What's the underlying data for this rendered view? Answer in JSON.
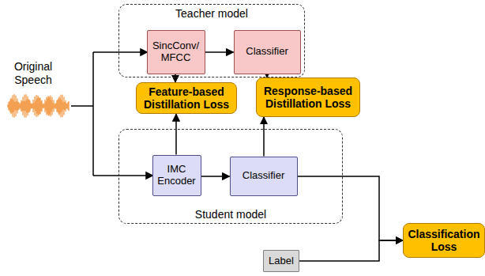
{
  "diagram": {
    "nodes": [
      {
        "text": [
          "Teacher model"
        ]
      },
      {
        "text": [
          "SincConv/ MFCC"
        ],
        "in": 0
      },
      {
        "text": [
          "Classifier"
        ],
        "in": 0
      },
      {
        "text": [
          "Feature-based Distillation Loss"
        ]
      },
      {
        "text": [
          "Response-based Distillation Loss"
        ]
      },
      {
        "text": [
          "Student model"
        ]
      },
      {
        "text": [
          "IMC Encoder"
        ],
        "in": 5
      },
      {
        "text": [
          "Classifier"
        ],
        "in": 5
      },
      {
        "text": [
          "Classification Loss"
        ]
      },
      {
        "text": [
          "Label"
        ]
      }
    ],
    "edges": [
      {
        "from": 1,
        "to": 2,
        "arrow": "to"
      },
      {
        "from": 1,
        "to": 3,
        "arrow": "to"
      },
      {
        "from": 2,
        "to": 4,
        "arrow": "to"
      },
      {
        "from": 6,
        "to": 3,
        "arrow": "to"
      },
      {
        "from": 6,
        "to": 7,
        "arrow": "to"
      },
      {
        "from": 7,
        "to": 4,
        "arrow": "to"
      },
      {
        "from": 7,
        "to": 8,
        "arrow": "to"
      },
      {
        "from": 9,
        "to": 8,
        "arrow": "to"
      }
    ],
    "labels": [
      "Original Speech"
    ]
  }
}
